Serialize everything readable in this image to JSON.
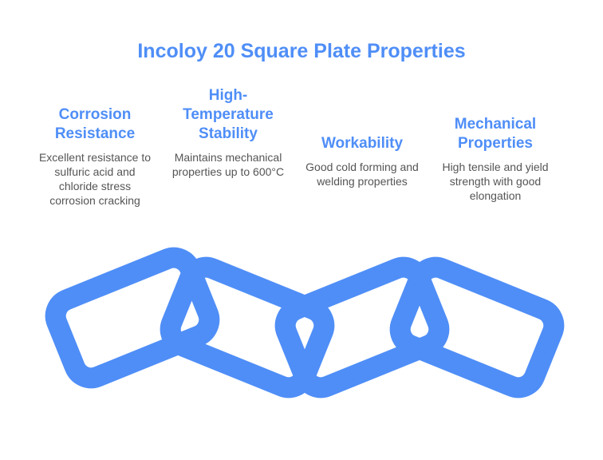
{
  "diagram": {
    "title": "Incoloy 20 Square Plate Properties",
    "accent_color": "#4f8ef7",
    "link_color": "#4f8ef7",
    "text_color": "#555555",
    "properties": [
      {
        "heading": "Corrosion Resistance",
        "description": "Excellent resistance to sulfuric acid and chloride stress corrosion cracking"
      },
      {
        "heading": "High-Temperature Stability",
        "description": "Maintains mechanical properties up to 600°C"
      },
      {
        "heading": "Workability",
        "description": "Good cold forming and welding properties"
      },
      {
        "heading": "Mechanical Properties",
        "description": "High tensile and yield strength with good elongation"
      }
    ]
  }
}
